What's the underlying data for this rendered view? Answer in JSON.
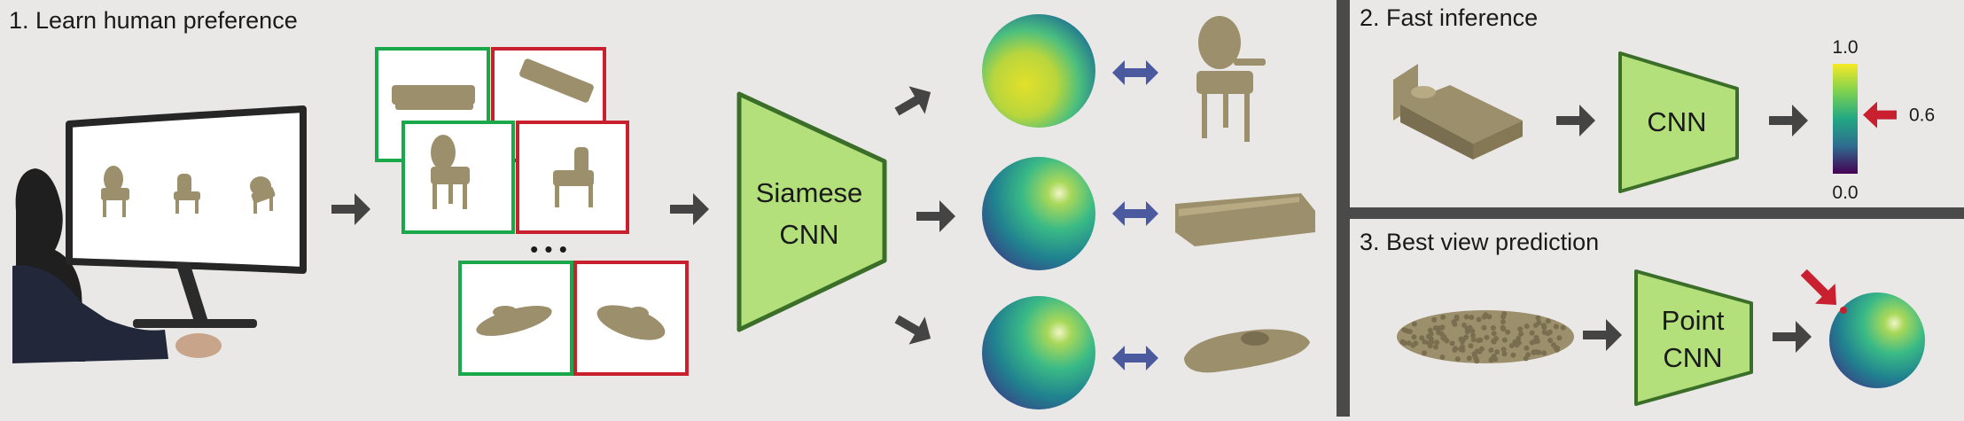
{
  "panel1": {
    "title": "1. Learn human preference"
  },
  "panel2": {
    "title": "2. Fast inference",
    "network_label": "CNN",
    "colorbar": {
      "max_label": "1.0",
      "min_label": "0.0",
      "value_label": "0.6",
      "value": 0.6
    }
  },
  "panel3": {
    "title": "3. Best view prediction",
    "network_line1": "Point",
    "network_line2": "CNN"
  },
  "siamese": {
    "line1": "Siamese",
    "line2": "CNN"
  },
  "pairs": {
    "preferred_color": "#1aa84a",
    "rejected_color": "#c8202e",
    "ellipsis": "• • •"
  },
  "icons": [
    "arrow-right-icon",
    "double-arrow-icon",
    "red-pointer-icon",
    "ellipsis-icon"
  ],
  "colors": {
    "background": "#e9e8e7",
    "divider": "#4a4a4a",
    "network_fill": "#b3e07a",
    "network_stroke": "#3b6e28",
    "arrow": "#444444",
    "double_arrow": "#4b5a9e",
    "object": "#9c8f6b"
  }
}
